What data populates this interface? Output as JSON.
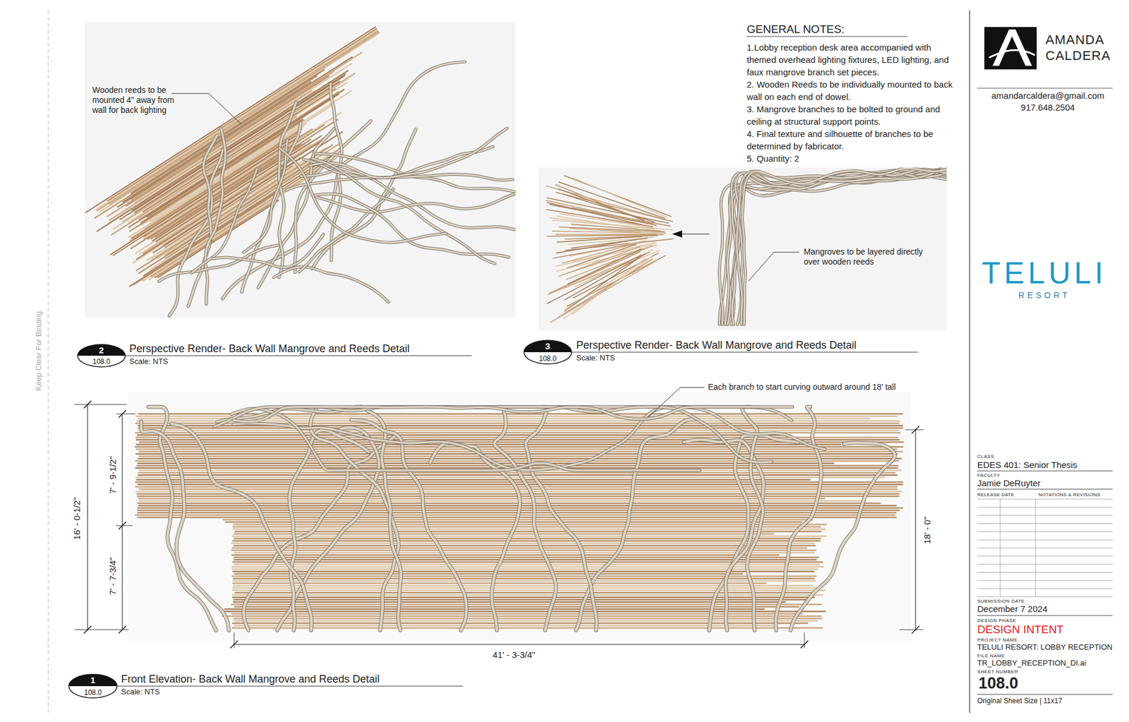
{
  "diagram": {
    "nodes": [
      {
        "text": [
          "2",
          "108.0"
        ]
      },
      {
        "text": [
          "3",
          "108.0"
        ]
      },
      {
        "text": [
          "1",
          "108.0"
        ]
      }
    ],
    "labels": [
      "Keep Clear For Binding.",
      "Wooden reeds to be mounted 4” away from wall for back lighting",
      "Perspective Render- Back Wall Mangrove and Reeds Detail",
      "Scale: NTS",
      "Mangroves to be layered directly over wooden reeds",
      "Perspective Render- Back Wall Mangrove and Reeds Detail",
      "Scale: NTS",
      "GENERAL NOTES:",
      "1.Lobby reception desk area accompanied with themed overhead lighting fixtures, LED lighting, and faux mangrove branch set pieces.",
      "2. Wooden Reeds to be individually mounted to back wall on each end of dowel.",
      "3. Mangrove branches to be bolted to ground and ceiling at structural support points.",
      "4. Final texture and silhouette of branches to be determined by fabricator.",
      "5. Quantity: 2",
      "Each branch to start curving outward around 18’ tall",
      "16' - 0-1/2\"",
      "7' - 9-1/2\"",
      "7' - 7-3/4\"",
      "18' - 0\"",
      "41' - 3-3/4\"",
      "Front Elevation- Back Wall Mangrove and Reeds Detail",
      "Scale: NTS",
      "AMANDA",
      "CALDERA",
      "amandarcaldera@gmail.com",
      "917.648.2504",
      "TELULI",
      "RESORT",
      "CLASS",
      "EDES 401: Senior Thesis",
      "FACULTY",
      "Jamie DeRuyter",
      "RELEASE",
      "DATE",
      "NOTATIONS & REVISIONS",
      "SUBMISSION DATE",
      "December 7 2024",
      "DESIGN PHASE",
      "DESIGN INTENT",
      "PROJECT NAME",
      "TELULI RESORT: LOBBY RECEPTION",
      "FILE NAME",
      "TR_LOBBY_RECEPTION_DI.ai",
      "SHEET NUMBER",
      "108.0",
      "Original Sheet Size | 11x17"
    ]
  }
}
